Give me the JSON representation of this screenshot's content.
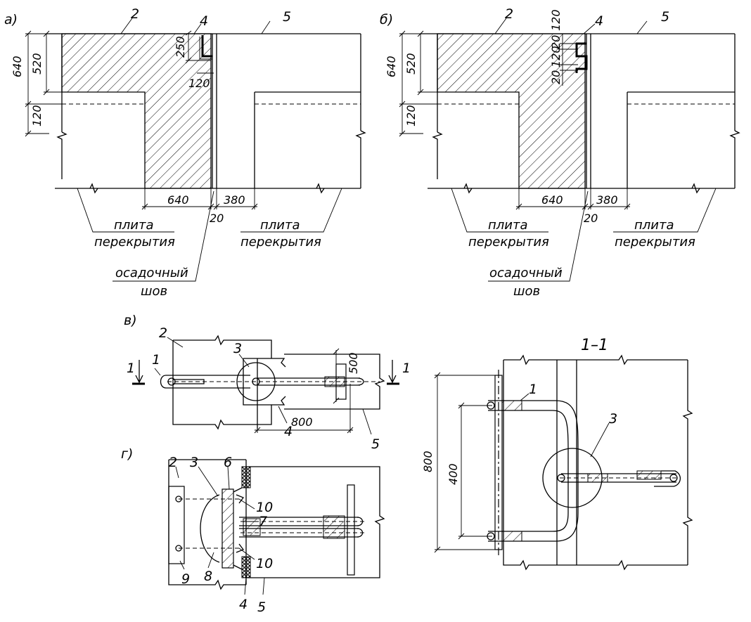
{
  "views": {
    "a": {
      "letter": "а)",
      "parts": {
        "wall": "2",
        "seal": "4",
        "slab": "5"
      },
      "dims": {
        "d640v": "640",
        "d520": "520",
        "d120v": "120",
        "d250": "250",
        "d120s": "120",
        "d640h": "640",
        "d380": "380",
        "d20": "20"
      },
      "note_slab_1": "плита",
      "note_slab_2": "перекрытия",
      "note_slab_1b": "плита",
      "note_slab_2b": "перекрытия",
      "note_joint_1": "осадочный",
      "note_joint_2": "шов"
    },
    "b": {
      "letter": "б)",
      "parts": {
        "wall": "2",
        "seal": "4",
        "slab": "5"
      },
      "dims": {
        "d640v": "640",
        "d520": "520",
        "d120v": "120",
        "d120t": "120",
        "d20a": "20",
        "d120m": "120",
        "d20b": "20",
        "d640h": "640",
        "d380": "380",
        "d20": "20"
      },
      "note_slab_1": "плита",
      "note_slab_2": "перекрытия",
      "note_slab_1b": "плита",
      "note_slab_2b": "перекрытия",
      "note_joint_1": "осадочный",
      "note_joint_2": "шов"
    },
    "v": {
      "letter": "в)",
      "parts": {
        "p1": "1",
        "p2": "2",
        "p3": "3",
        "p4": "4",
        "p5": "5"
      },
      "section_left": "1",
      "section_right": "1",
      "dims": {
        "d500": "500",
        "d800": "800"
      }
    },
    "g": {
      "letter": "г)",
      "parts": {
        "p2": "2",
        "p3": "3",
        "p6": "6",
        "p10a": "10",
        "p7": "7",
        "p10b": "10",
        "p8": "8",
        "p9": "9",
        "p4": "4",
        "p5": "5"
      }
    },
    "section": {
      "title": "1–1",
      "parts": {
        "p1": "1",
        "p3": "3"
      },
      "dims": {
        "d800": "800",
        "d400": "400"
      }
    }
  }
}
